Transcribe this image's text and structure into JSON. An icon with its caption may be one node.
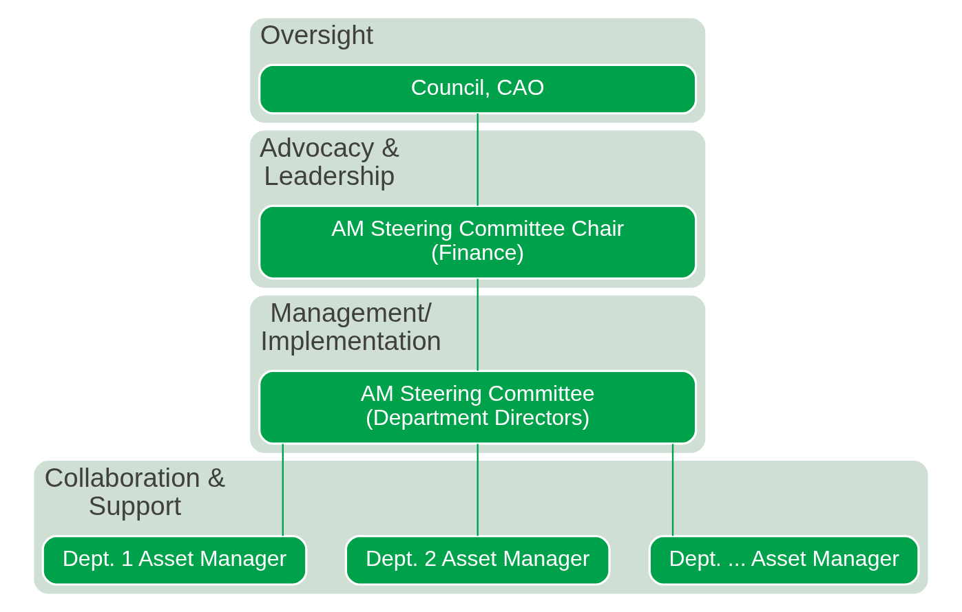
{
  "diagram": {
    "nodes": [
      {
        "text": [
          "Oversight"
        ]
      },
      {
        "text": [
          "Council, CAO"
        ],
        "in": 0
      },
      {
        "text": [
          "Advocacy & Leadership"
        ]
      },
      {
        "text": [
          "AM Steering Committee Chair",
          "(Finance)"
        ],
        "in": 2
      },
      {
        "text": [
          "Management/ Implementation"
        ]
      },
      {
        "text": [
          "AM Steering Committee",
          "(Department Directors)"
        ],
        "in": 4
      },
      {
        "text": [
          "Collaboration & Support"
        ]
      },
      {
        "text": [
          "Dept. 1 Asset Manager"
        ],
        "in": 6
      },
      {
        "text": [
          "Dept. 2 Asset Manager"
        ],
        "in": 6
      },
      {
        "text": [
          "Dept. ... Asset Manager"
        ],
        "in": 6
      }
    ],
    "edges": [
      {
        "from": 1,
        "to": 3,
        "arrow": "none"
      },
      {
        "from": 3,
        "to": 5,
        "arrow": "none"
      },
      {
        "from": 5,
        "to": 7,
        "arrow": "none"
      },
      {
        "from": 5,
        "to": 8,
        "arrow": "none"
      },
      {
        "from": 5,
        "to": 9,
        "arrow": "none"
      }
    ]
  }
}
